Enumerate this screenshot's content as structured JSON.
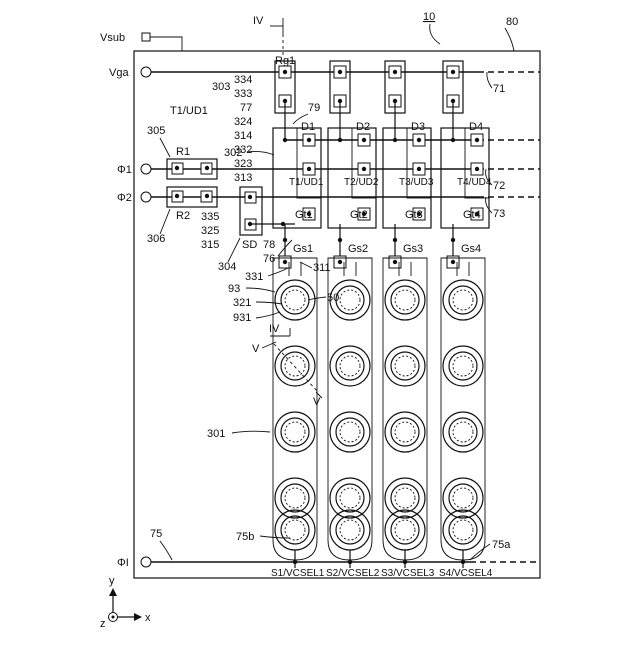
{
  "figure": {
    "ref_main": "10",
    "ref_chip": "80"
  },
  "terminals": {
    "vsub": "Vsub",
    "vga": "Vga",
    "phi1": "Φ1",
    "phi2": "Φ2",
    "phiI": "ΦI"
  },
  "lines": {
    "vga_ref": "71",
    "phi1_ref": "72",
    "phi2_ref": "73",
    "phiI_ref": "75",
    "ref_75a": "75a",
    "ref_75b": "75b"
  },
  "resistors": {
    "rg1": "Rg1",
    "r1": "R1",
    "r2": "R2",
    "sd": "SD",
    "ref_305": "305",
    "ref_306": "306"
  },
  "refs": {
    "r303": "303",
    "r334": "334",
    "r333": "333",
    "r77": "77",
    "r324": "324",
    "r314": "314",
    "r332": "332",
    "r323": "323",
    "r313": "313",
    "r302": "302",
    "r79": "79",
    "r335": "335",
    "r325": "325",
    "r315": "315",
    "r304": "304",
    "r78": "78",
    "r76": "76",
    "r331": "331",
    "r311": "311",
    "r93": "93",
    "r321": "321",
    "r931": "931",
    "r50": "50",
    "r301": "301",
    "t1ud1_label": "T1/UD1"
  },
  "columns": [
    {
      "d": "D1",
      "t": "T1/UD1",
      "gt": "Gt1",
      "gs": "Gs1",
      "s": "S1/VCSEL1"
    },
    {
      "d": "D2",
      "t": "T2/UD2",
      "gt": "Gt2",
      "gs": "Gs2",
      "s": "S2/VCSEL2"
    },
    {
      "d": "D3",
      "t": "T3/UD3",
      "gt": "Gt3",
      "gs": "Gs3",
      "s": "S3/VCSEL3"
    },
    {
      "d": "D4",
      "t": "T4/UD4",
      "gt": "Gt4",
      "gs": "Gs4",
      "s": "S4/VCSEL4"
    }
  ],
  "sections": {
    "iv": "IV",
    "v": "V"
  },
  "axes": {
    "y": "y",
    "x": "x",
    "z": "z"
  }
}
